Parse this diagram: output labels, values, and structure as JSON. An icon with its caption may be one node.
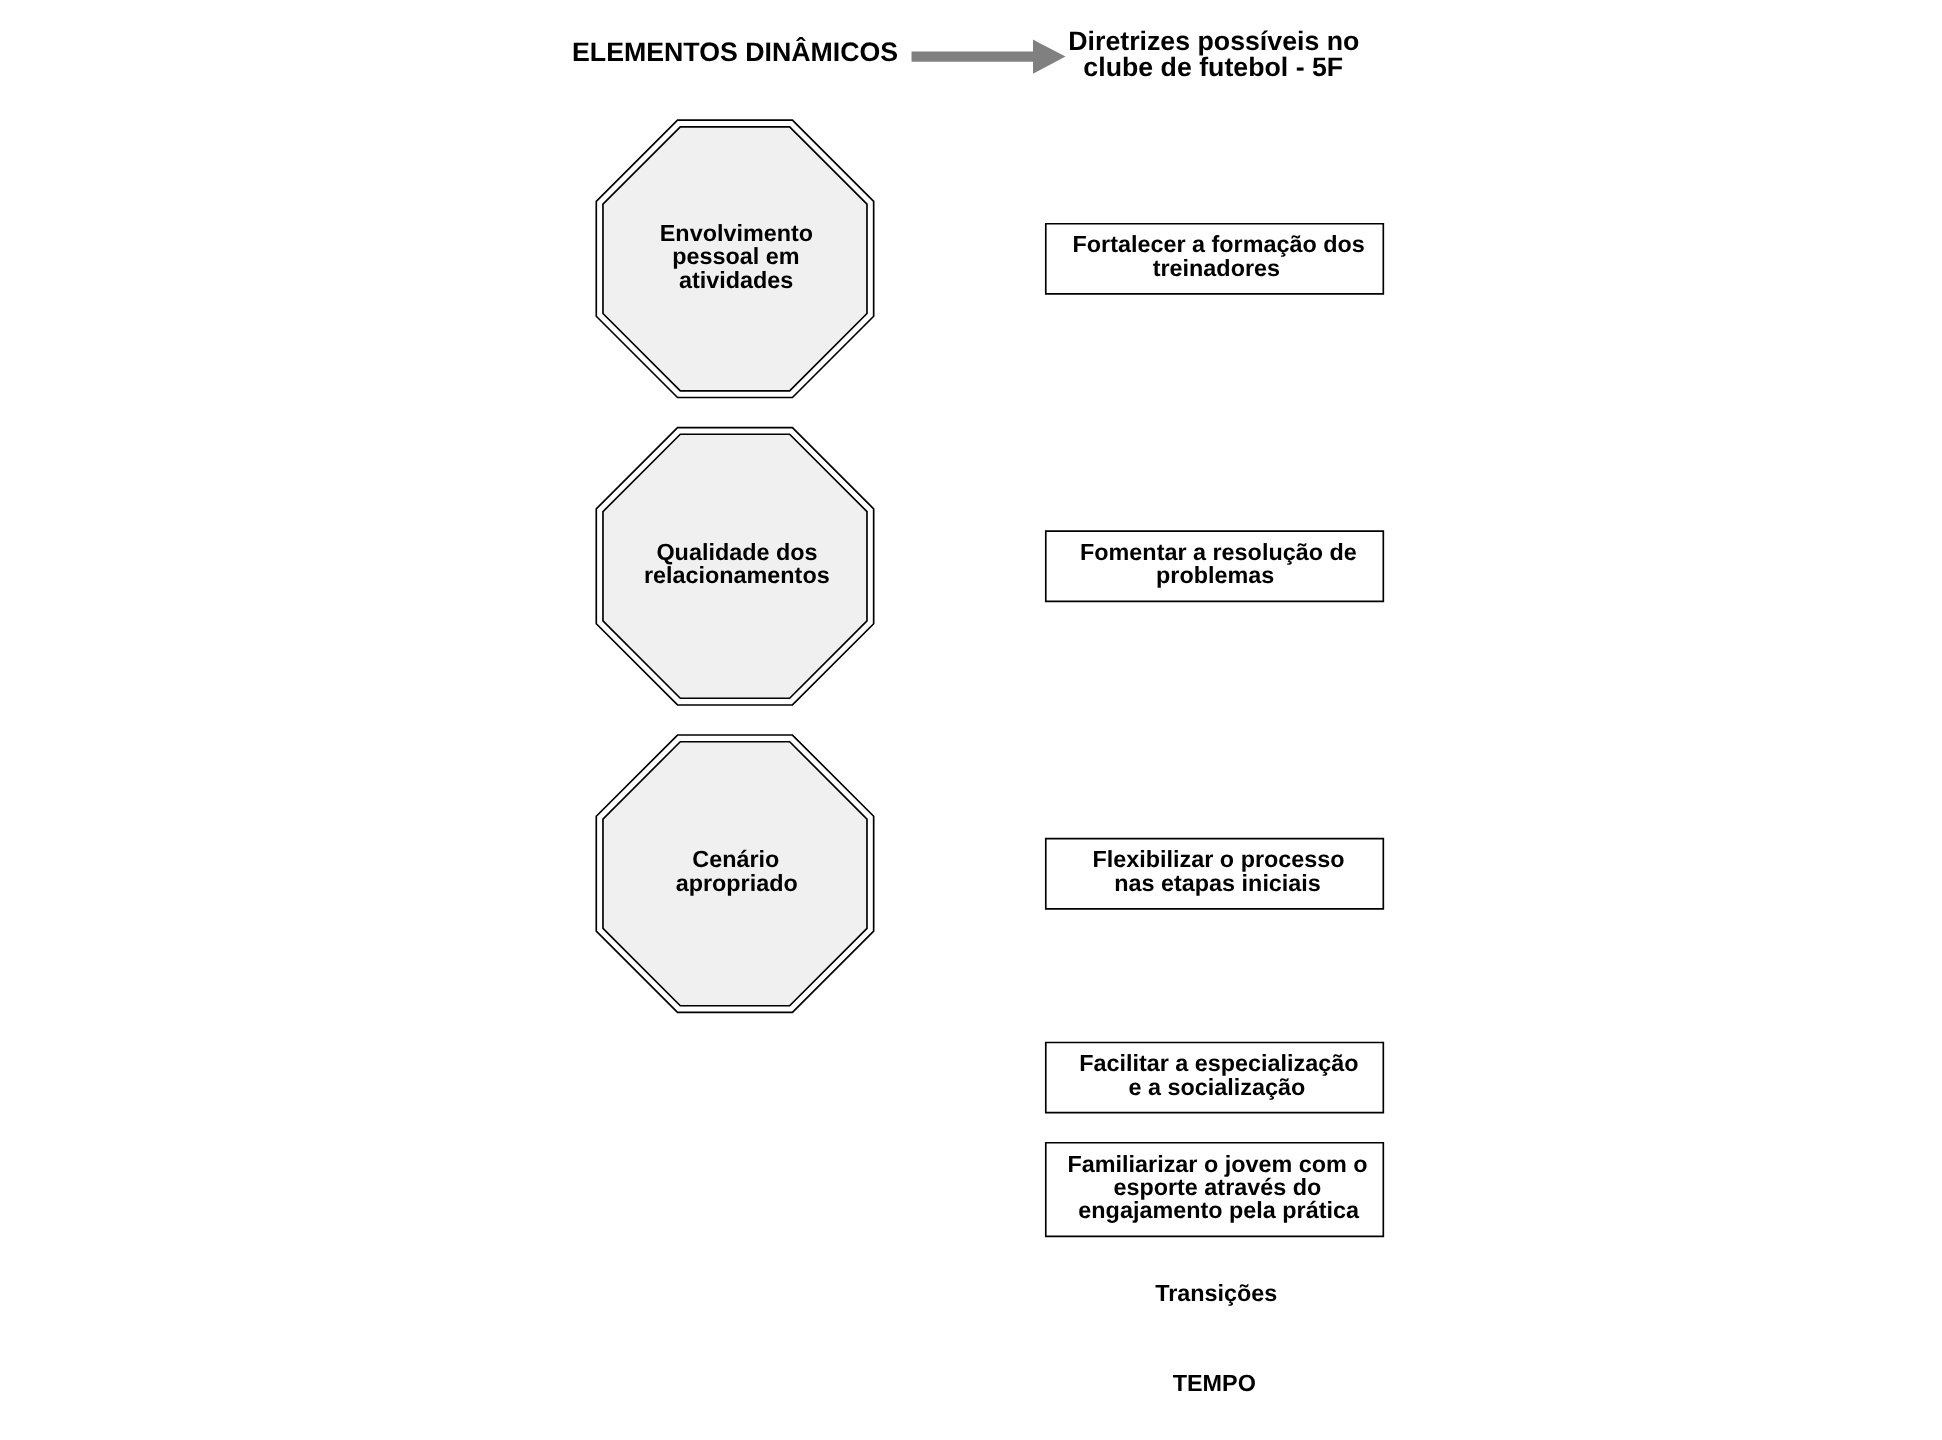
{
  "diagram": {
    "nodes": [
      {
        "text": [
          "ELEMENTOS DINÂMICOS"
        ]
      },
      {
        "text": [
          "Diretrizes possíveis no clube de futebol - 5F"
        ]
      },
      {
        "text": [
          "Envolvimento pessoal em atividades"
        ]
      },
      {
        "text": [
          "Qualidade dos relacionamentos"
        ]
      },
      {
        "text": [
          "Cenário apropriado"
        ]
      },
      {
        "text": [
          "Fortalecer a formação dos treinadores"
        ]
      },
      {
        "text": [
          "Fomentar a resolução de problemas"
        ]
      },
      {
        "text": [
          "Flexibilizar o processo nas etapas iniciais"
        ]
      },
      {
        "text": [
          "Facilitar a especialização e a socialização"
        ]
      },
      {
        "text": [
          "Familiarizar o jovem com o esporte através do engajamento pela prática"
        ]
      }
    ],
    "edges": [
      {
        "from": 0,
        "to": 1,
        "arrow": "to"
      }
    ],
    "labels": [
      "Transições",
      "TEMPO"
    ]
  }
}
